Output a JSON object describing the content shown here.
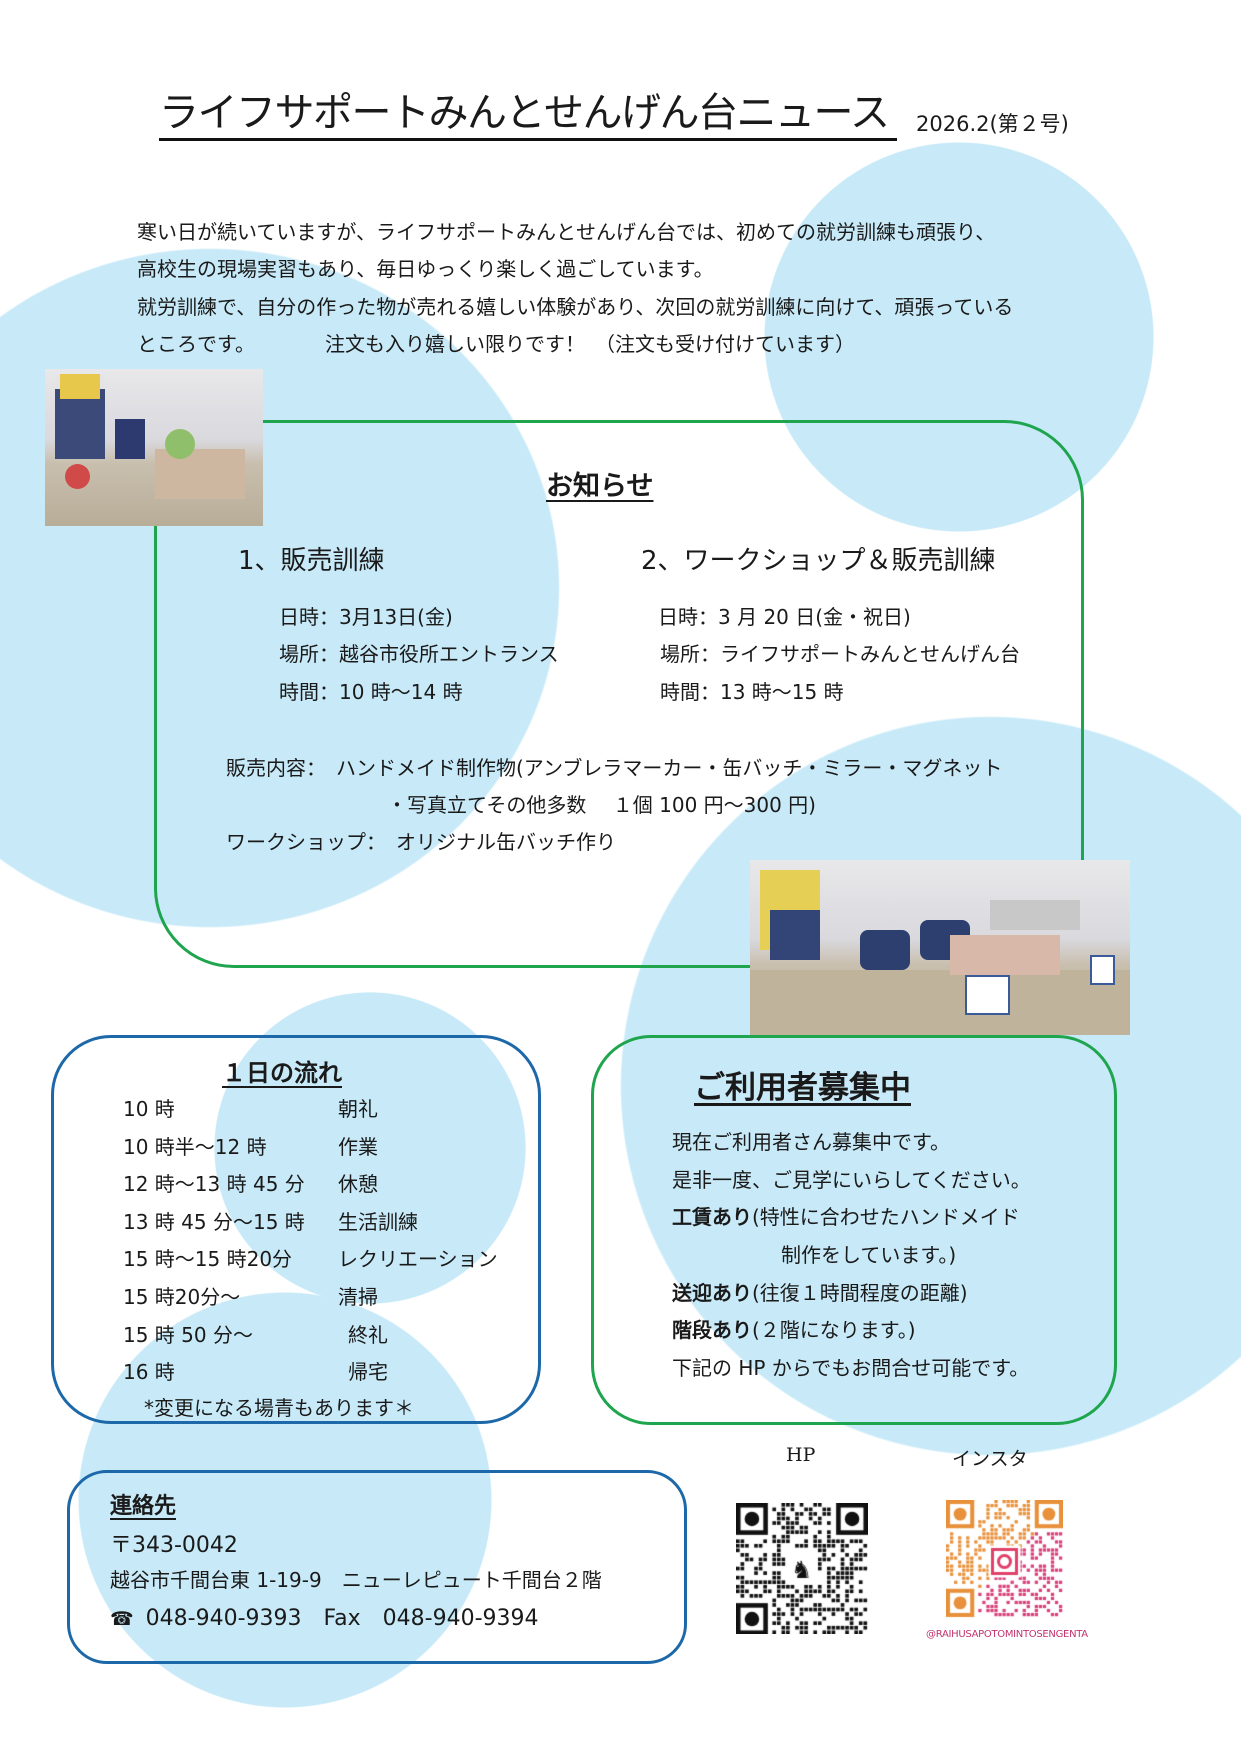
{
  "header": {
    "title": "ライフサポートみんとせんげん台ニュース",
    "issue": "2026.2(第２号)"
  },
  "intro": [
    "寒い日が続いていますが、ライフサポートみんとせんげん台では、初めての就労訓練も頑張り、",
    "高校生の現場実習もあり、毎日ゆっくり楽しく過ごしています。",
    "就労訓練で、自分の作った物が売れる嬉しい体験があり、次回の就労訓練に向けて、頑張っている",
    "ところです。　　　　注文も入り嬉しい限りです！　（注文も受け付けています）"
  ],
  "notice": {
    "title": "お知らせ",
    "event1": {
      "heading": "1、販売訓練",
      "date": "日時：3月13日(金)",
      "place": "場所：越谷市役所エントランス",
      "time": "時間：10 時～14 時"
    },
    "event2": {
      "heading": "2、ワークショップ＆販売訓練",
      "date": "日時：3 月 20 日(金・祝日)",
      "place": "場所：ライフサポートみんとせんげん台",
      "time": "時間：13 時～15 時"
    },
    "sales_line1": "販売内容：　ハンドメイド制作物(アンブレラマーカー・缶バッチ・ミラー・マグネット",
    "sales_line2": "・写真立てその他多数　 １個 100 円～300 円)",
    "workshop": "ワークショップ：　オリジナル缶バッチ作り"
  },
  "schedule": {
    "title": "１日の流れ",
    "rows": [
      {
        "time": "10 時",
        "activity": "朝礼"
      },
      {
        "time": "10 時半～12 時",
        "activity": "作業"
      },
      {
        "time": "12 時～13 時 45 分",
        "activity": "休憩"
      },
      {
        "time": "13 時 45 分～15 時",
        "activity": "生活訓練"
      },
      {
        "time": "15 時～15 時20分",
        "activity": "レクリエーション"
      },
      {
        "time": "15 時20分～",
        "activity": "清掃"
      },
      {
        "time": "15 時 50 分～",
        "activity": "終礼"
      },
      {
        "time": "16 時",
        "activity": "帰宅"
      }
    ],
    "note": "*変更になる場青もあります＊"
  },
  "recruit": {
    "title": "ご利用者募集中",
    "line1": "現在ご利用者さん募集中です。",
    "line2": "是非一度、ご見学にいらしてください。",
    "wage_bold": "工賃あり",
    "wage_rest": "(特性に合わせたハンドメイド",
    "wage_cont": "制作をしています。)",
    "transport_bold": "送迎あり",
    "transport_rest": "(往復１時間程度の距離)",
    "stairs_bold": "階段あり",
    "stairs_rest": "(２階になります。)",
    "line_last": "下記の HP からでもお問合せ可能です。"
  },
  "contact": {
    "title": "連絡先",
    "postal": "〒343-0042",
    "address": "越谷市千間台東 1-19-9　ニューレピュート千間台２階",
    "phone_icon": "☎",
    "phone": "048-940-9393　Fax　048-940-9394"
  },
  "qr": {
    "hp_label": "HP",
    "insta_label": "インスタ",
    "insta_handle": "@RAIHUSAPOTOMINTOSENGENTA"
  },
  "colors": {
    "circle": "#c8eaf8",
    "green": "#1fa54e",
    "blue": "#1d68a8"
  }
}
